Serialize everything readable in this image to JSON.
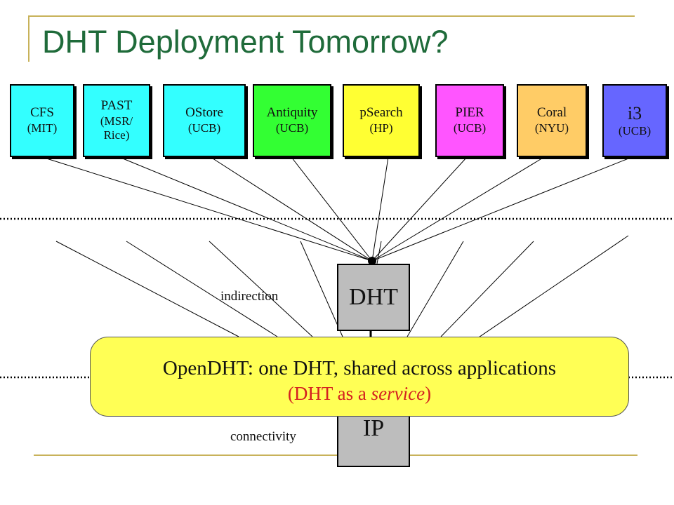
{
  "slide": {
    "title": "DHT Deployment Tomorrow?"
  },
  "apps": [
    {
      "name": "CFS",
      "org": "(MIT)",
      "color": "#33ffff"
    },
    {
      "name": "PAST",
      "org": "(MSR/ Rice)",
      "color": "#33ffff"
    },
    {
      "name": "OStore",
      "org": "(UCB)",
      "color": "#33ffff"
    },
    {
      "name": "Antiquity",
      "org": "(UCB)",
      "color": "#33ff33"
    },
    {
      "name": "pSearch",
      "org": "(HP)",
      "color": "#ffff33"
    },
    {
      "name": "PIER",
      "org": "(UCB)",
      "color": "#ff55ff"
    },
    {
      "name": "Coral",
      "org": "(NYU)",
      "color": "#ffcc66"
    },
    {
      "name": "i3",
      "org": "(UCB)",
      "color": "#6666ff"
    }
  ],
  "layers": {
    "dht_label": "DHT",
    "ip_label": "IP",
    "indirection_label": "indirection",
    "connectivity_label": "connectivity",
    "box_color": "#bdbdbd"
  },
  "callout": {
    "main_text": "OpenDHT: one DHT, shared across applications",
    "sub_prefix": "(DHT as a ",
    "sub_emphasis": "service",
    "sub_suffix": ")",
    "fill_color": "#ffff55",
    "sub_color": "#d42020"
  }
}
